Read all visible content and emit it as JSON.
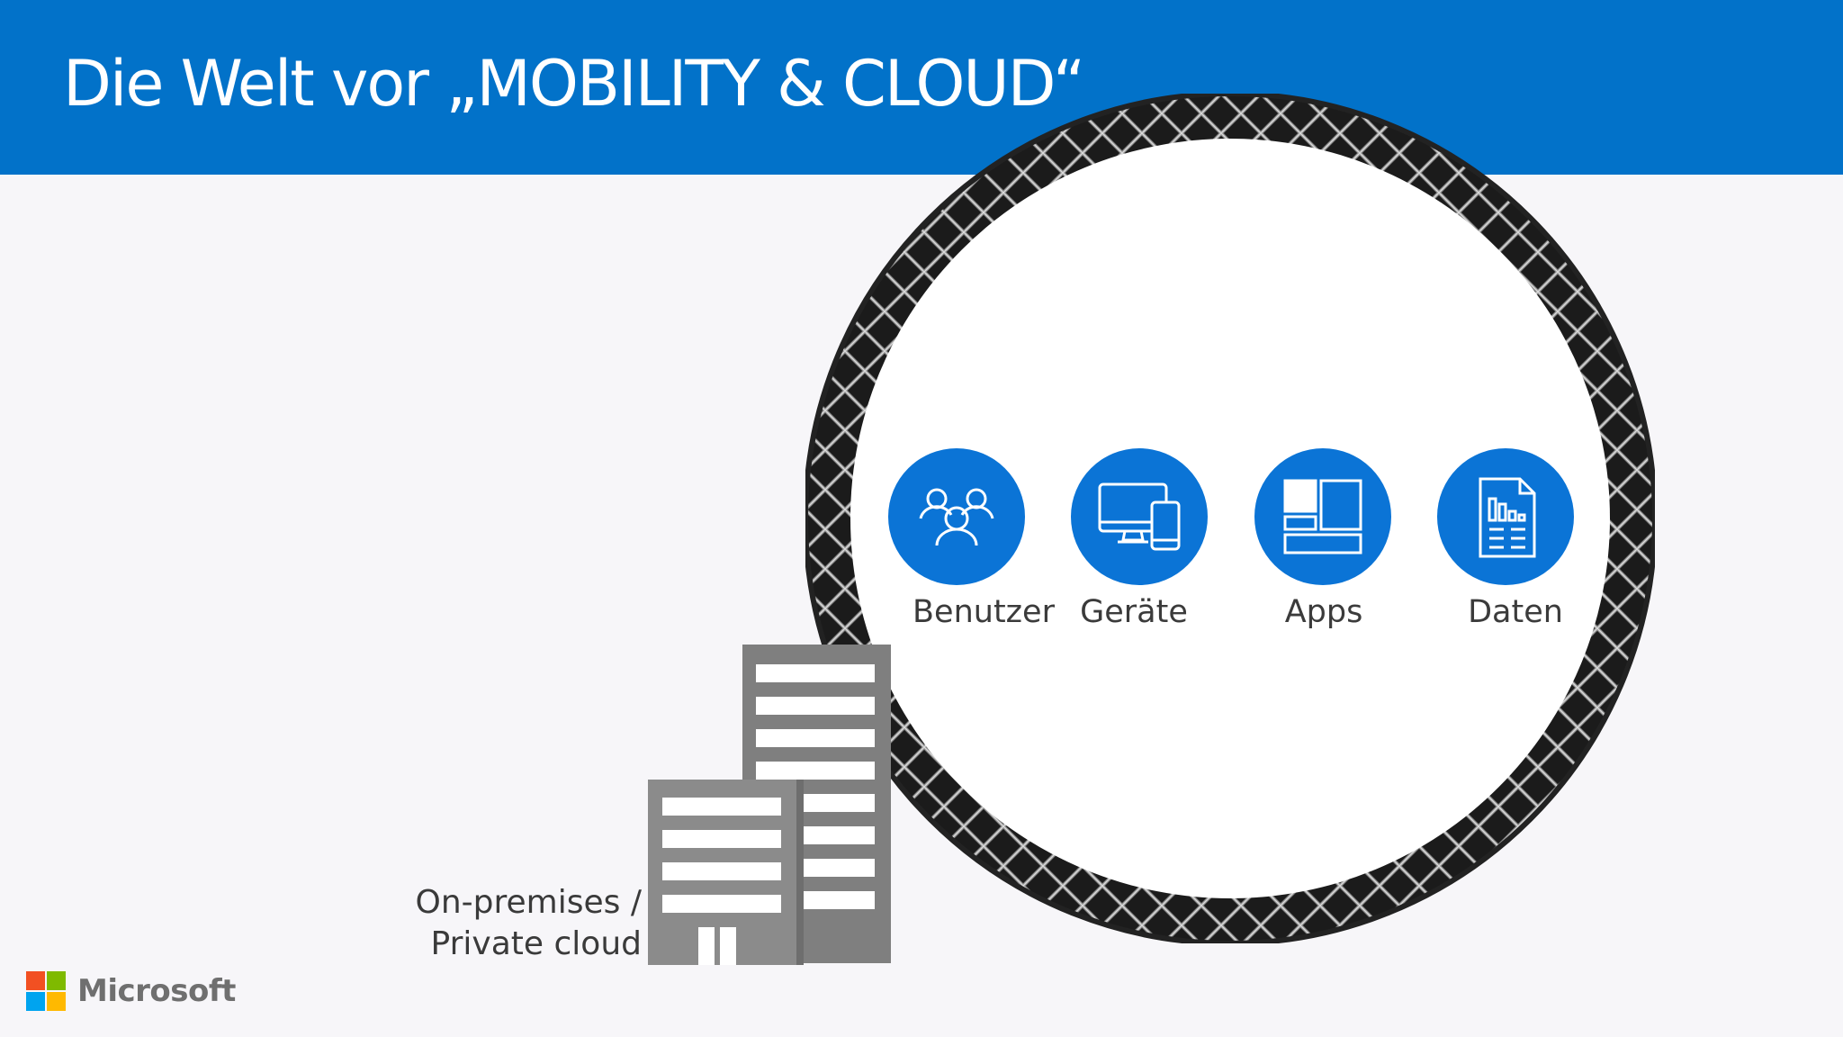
{
  "slide": {
    "title": "Die Welt vor „MOBILITY & CLOUD“",
    "header_color": "#0272c9",
    "accent_color": "#0b74d6"
  },
  "resources": [
    {
      "label": "Benutzer",
      "icon": "users-icon"
    },
    {
      "label": "Geräte",
      "icon": "devices-icon"
    },
    {
      "label": "Apps",
      "icon": "apps-icon"
    },
    {
      "label": "Daten",
      "icon": "data-document-icon"
    }
  ],
  "building": {
    "label_line1": "On-premises /",
    "label_line2": "Private cloud",
    "icon": "office-building-icon"
  },
  "footer": {
    "brand": "Microsoft",
    "logo_colors": [
      "#f25022",
      "#7fba00",
      "#00a4ef",
      "#ffb900"
    ]
  }
}
